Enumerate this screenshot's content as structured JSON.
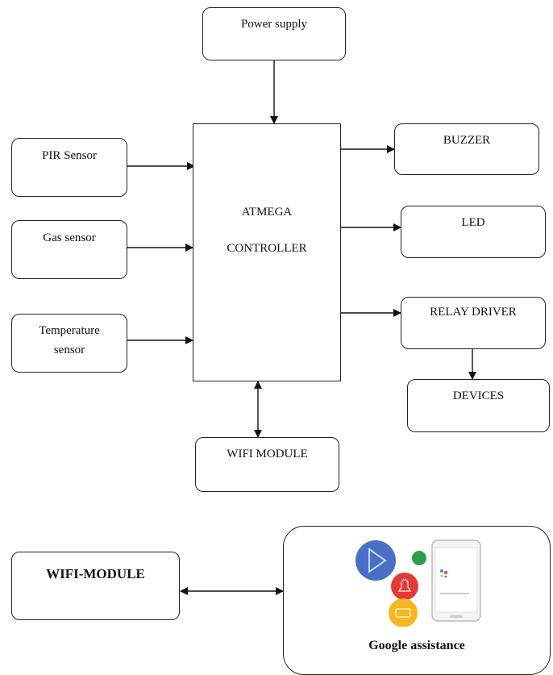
{
  "top": {
    "power_supply": "Power supply",
    "controller_line1": "ATMEGA",
    "controller_line2": "CONTROLLER",
    "inputs": {
      "pir": "PIR Sensor",
      "gas": "Gas sensor",
      "temp_line1": "Temperature",
      "temp_line2": "sensor"
    },
    "outputs": {
      "buzzer": "BUZZER",
      "led": "LED",
      "relay": "RELAY DRIVER",
      "devices": "DEVICES"
    },
    "wifi": "WIFI MODULE"
  },
  "bottom": {
    "wifi": "WIFI-MODULE",
    "assistant": "Google assistance"
  },
  "colors": {
    "line": "#111111",
    "blue": "#4a6fc7",
    "red": "#e53935",
    "green": "#2e9e4a",
    "yellow": "#f6b722"
  }
}
